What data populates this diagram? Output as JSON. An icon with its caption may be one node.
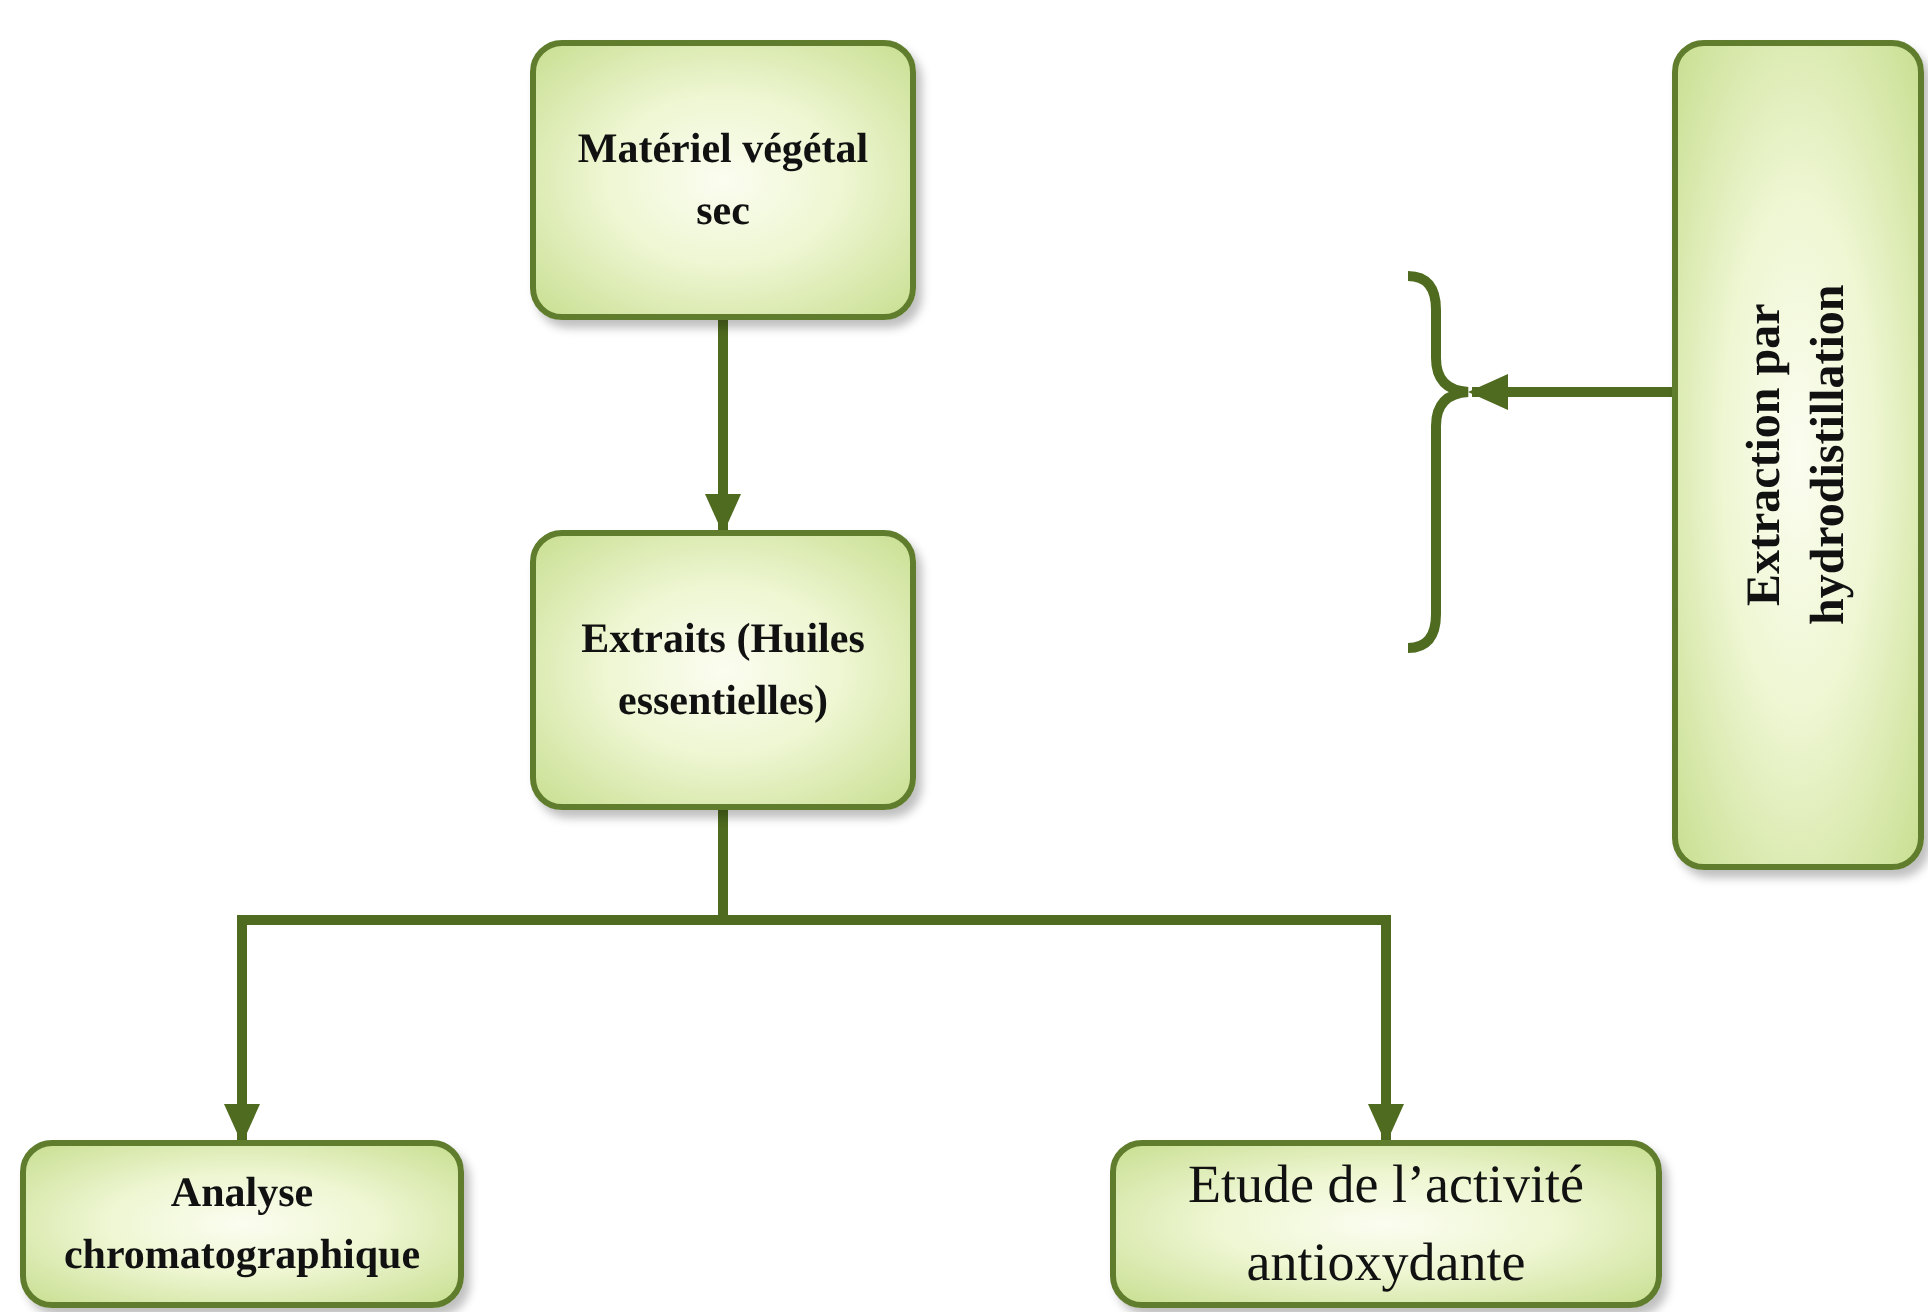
{
  "diagram": {
    "nodes": [
      {
        "text": [
          "Matériel végétal sec"
        ]
      },
      {
        "text": [
          "Extraits (Huiles essentielles)"
        ]
      },
      {
        "text": [
          "Analyse chromatographique"
        ]
      },
      {
        "text": [
          "Etude de l’activité antioxydante"
        ]
      },
      {
        "text": [
          "Extraction par hydrodistillation"
        ]
      },
      {
        "text": [],
        "shape": "brace"
      }
    ],
    "edges": [
      {
        "from": 0,
        "to": 1,
        "arrow": "to"
      },
      {
        "from": 1,
        "to": 2,
        "arrow": "to"
      },
      {
        "from": 1,
        "to": 3,
        "arrow": "to"
      },
      {
        "from": 4,
        "to": 5,
        "arrow": "to"
      }
    ]
  }
}
